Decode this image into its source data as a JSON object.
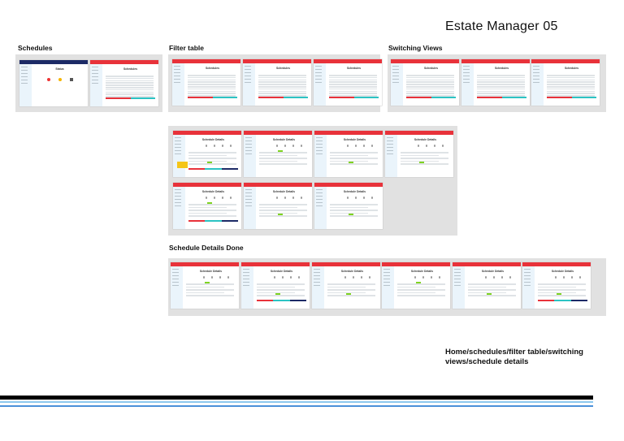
{
  "board": {
    "title": "Estate Manager 05",
    "footer_note": "Home/schedules/filter table/switching views/schedule details"
  },
  "sections": [
    {
      "label": "Schedules"
    },
    {
      "label": "Filter table"
    },
    {
      "label": "Switching Views"
    },
    {
      "label": "Schedule Details Done"
    }
  ],
  "screens": {
    "status": "Status",
    "schedules": "Schedules",
    "details": "Schedule Details"
  },
  "colors": {
    "header_red": "#e8323a",
    "header_navy": "#1c2a66",
    "teal": "#2cc3c3",
    "navy": "#1c2a66",
    "green": "#7ed321",
    "group_bg": "#e1e1e1"
  }
}
